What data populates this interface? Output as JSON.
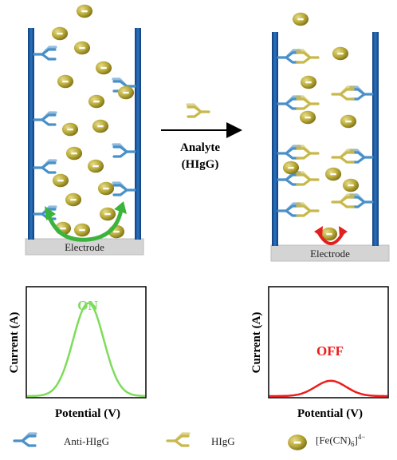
{
  "arrow_label": {
    "line1": "Analyte",
    "line2": "(HIgG)"
  },
  "electrode_label": "Electrode",
  "plots": [
    {
      "state": "ON",
      "state_color": "#7ddc5a",
      "ylabel": "Current (A)",
      "xlabel": "Potential (V)",
      "peak_fraction": 0.85
    },
    {
      "state": "OFF",
      "state_color": "#ee1c1c",
      "ylabel": "Current (A)",
      "xlabel": "Potential (V)",
      "peak_fraction": 0.14
    }
  ],
  "legend": {
    "anti_higg": "Anti-HIgG",
    "higg": "HIgG",
    "fecn_base": "[Fe(CN)",
    "fecn_sub": "6",
    "fecn_close": "]",
    "fecn_sup": "4−"
  },
  "colors": {
    "wall": "#1a5da6",
    "antibody": "#4a90c8",
    "analyte": "#c8b84a",
    "probe": "#b5a634",
    "electrode": "#d0d0d0",
    "green_arrow": "#3cb43c",
    "red_arrow": "#e02020"
  },
  "icons": [
    "anti-higg-icon",
    "higg-icon",
    "fe-cn-probe-icon",
    "electrode-plate",
    "reaction-arrow"
  ]
}
